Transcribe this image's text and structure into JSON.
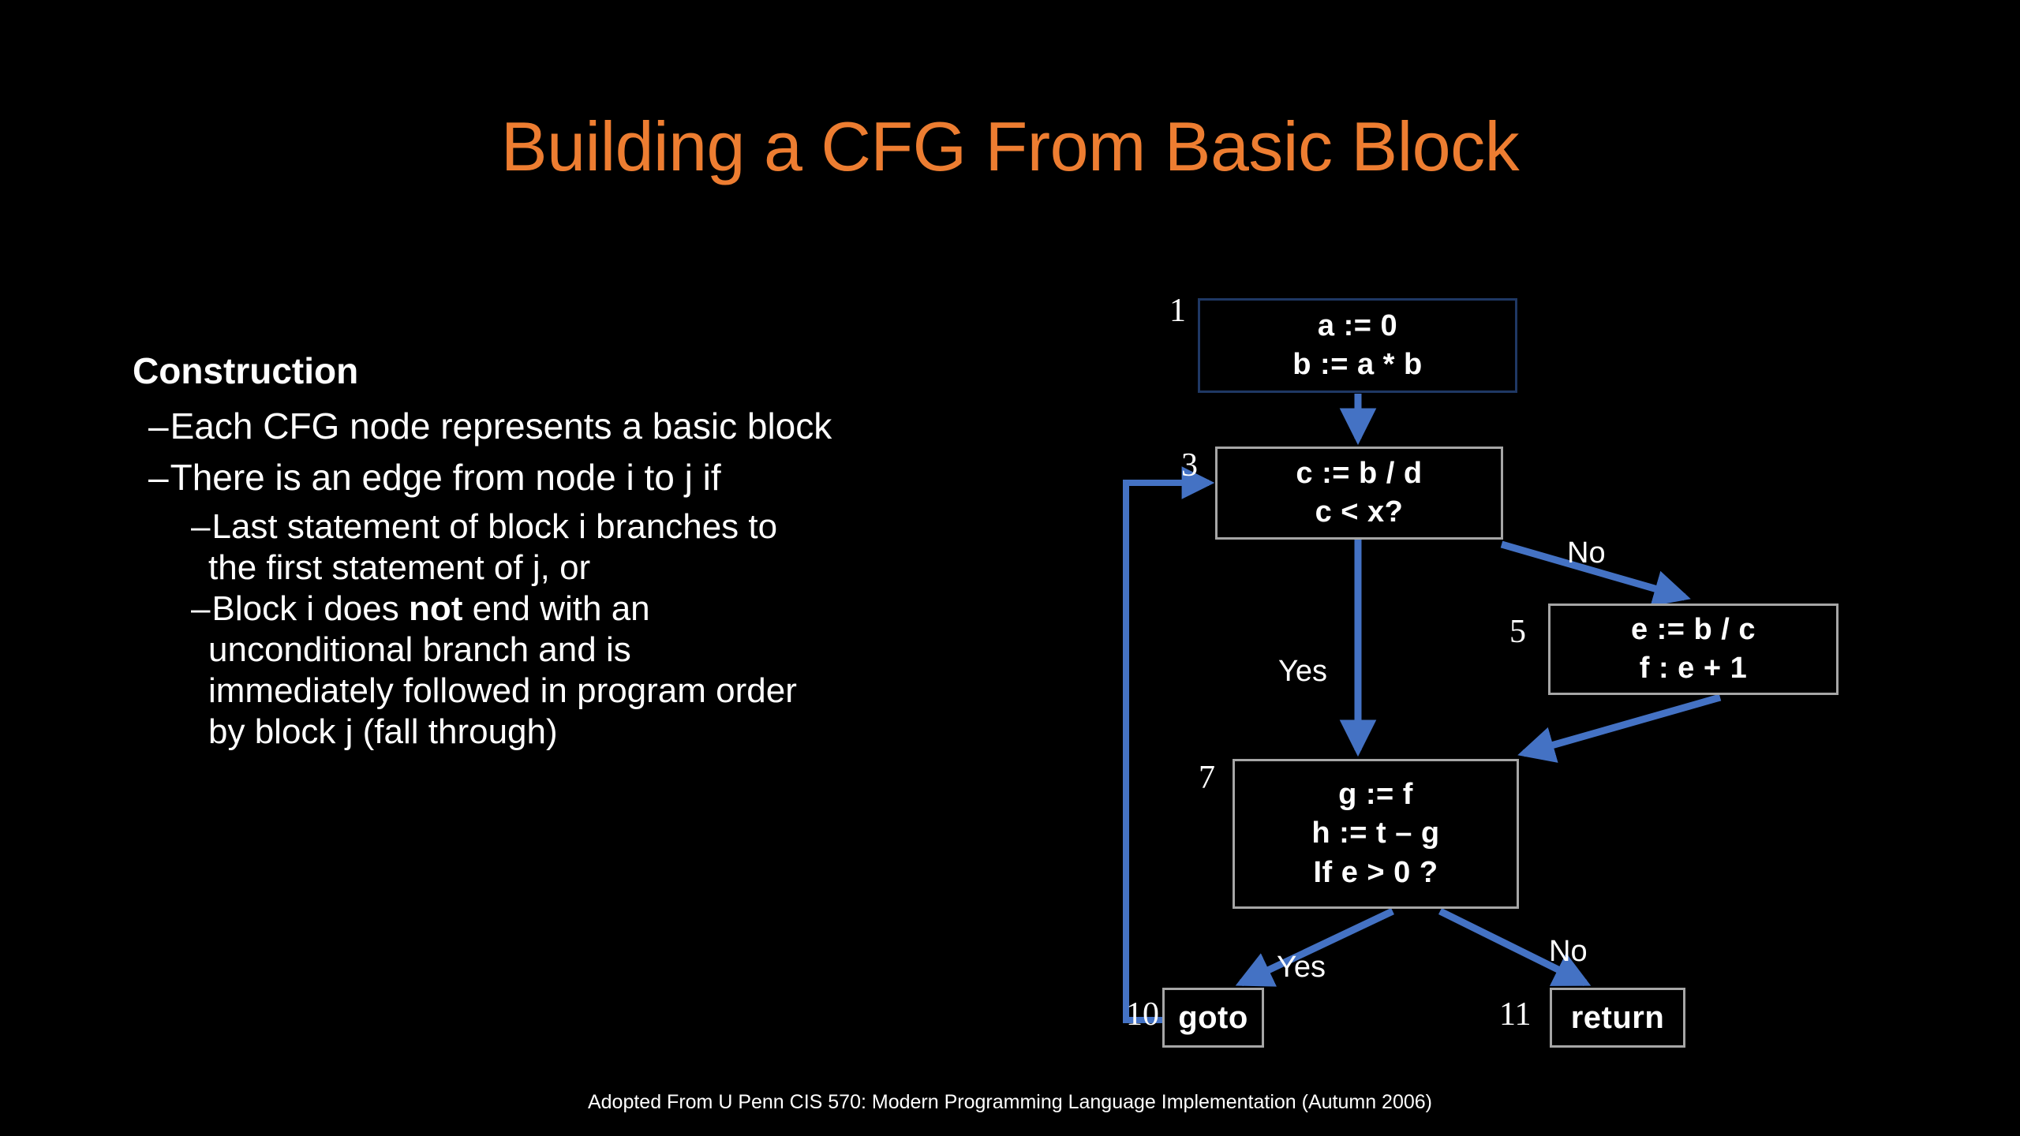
{
  "slide": {
    "title": "Building a CFG From Basic Block",
    "background_color": "#000000",
    "title_color": "#ED7D31",
    "accent_arrow_color": "#4472C4",
    "footer": "Adopted From U Penn CIS 570: Modern Programming Language Implementation (Autumn 2006)"
  },
  "body": {
    "heading": "Construction",
    "bullets": [
      {
        "level": 1,
        "dash": "–",
        "text": "Each CFG node represents a basic block"
      },
      {
        "level": 1,
        "dash": "–",
        "text": "There is an edge from node i to j if"
      },
      {
        "level": 2,
        "dash": "–",
        "text": "Last statement of block i branches to"
      },
      {
        "level": 2,
        "dash": "",
        "text": "the first statement of j, or"
      },
      {
        "level": 2,
        "dash": "–",
        "text_before": "Block i does ",
        "emphasis": "not",
        "text_after": " end with an"
      },
      {
        "level": 2,
        "dash": "",
        "text": "unconditional branch and is"
      },
      {
        "level": 2,
        "dash": "",
        "text": "immediately followed in program order"
      },
      {
        "level": 2,
        "dash": "",
        "text": "by block j (fall through)"
      }
    ]
  },
  "cfg": {
    "nodes": [
      {
        "id": "1",
        "label": "1",
        "lines": [
          "a := 0",
          "b := a * b"
        ],
        "border": "#1F3864"
      },
      {
        "id": "3",
        "label": "3",
        "lines": [
          "c := b / d",
          "c < x?"
        ],
        "border": "#A6A6A6"
      },
      {
        "id": "5",
        "label": "5",
        "lines": [
          "e := b / c",
          "f : e + 1"
        ],
        "border": "#A6A6A6"
      },
      {
        "id": "7",
        "label": "7",
        "lines": [
          "g := f",
          "h := t – g",
          "If e > 0 ?"
        ],
        "border": "#A6A6A6"
      },
      {
        "id": "10",
        "label": "10",
        "lines": [
          "goto"
        ],
        "border": "#A6A6A6"
      },
      {
        "id": "11",
        "label": "11",
        "lines": [
          "return"
        ],
        "border": "#A6A6A6"
      }
    ],
    "edges": [
      {
        "from": "1",
        "to": "3",
        "label": ""
      },
      {
        "from": "3",
        "to": "7",
        "label": "Yes"
      },
      {
        "from": "3",
        "to": "5",
        "label": "No"
      },
      {
        "from": "5",
        "to": "7",
        "label": ""
      },
      {
        "from": "7",
        "to": "10",
        "label": "Yes"
      },
      {
        "from": "7",
        "to": "11",
        "label": "No"
      },
      {
        "from": "10",
        "to": "3",
        "label": ""
      }
    ],
    "edge_labels": {
      "no_top": "No",
      "yes_left": "Yes",
      "yes_bottom": "Yes",
      "no_bottom": "No"
    }
  }
}
